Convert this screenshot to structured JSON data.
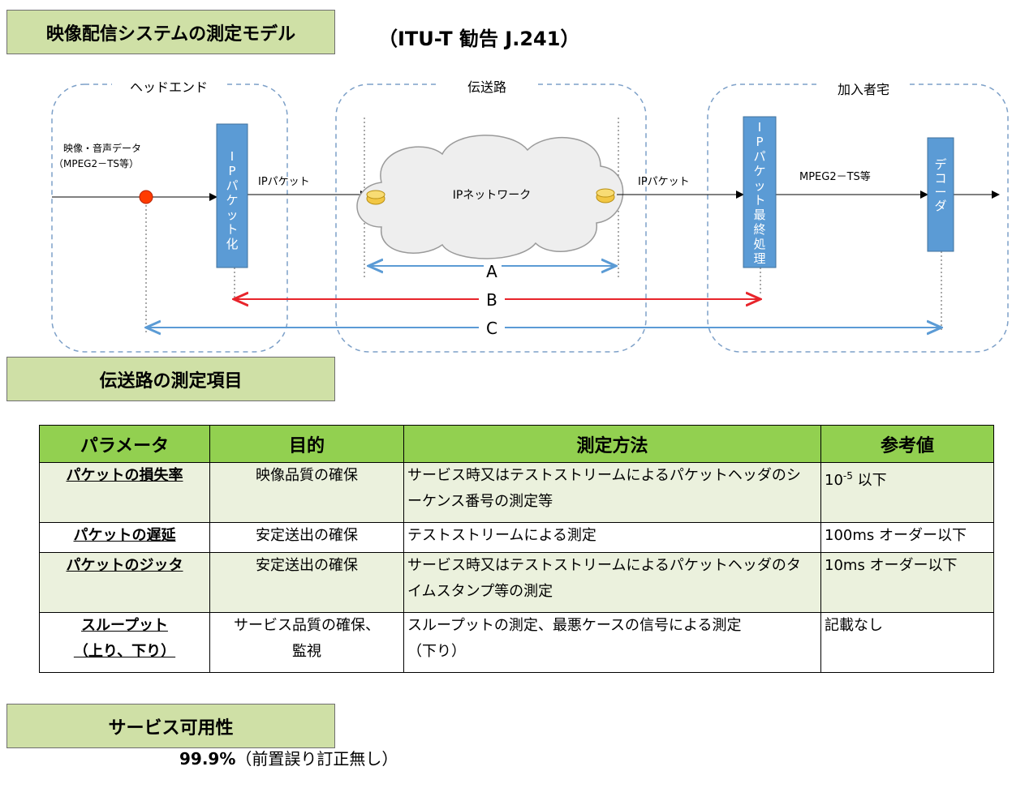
{
  "headers": {
    "model_title": "映像配信システムの測定モデル",
    "model_subtitle": "（ITU-T 勧告 J.241）",
    "items_title": "伝送路の測定項目",
    "availability_title": "サービス可用性"
  },
  "diagram": {
    "zones": {
      "headend": "ヘッドエンド",
      "transport": "伝送路",
      "subscriber": "加入者宅"
    },
    "source_label_line1": "映像・音声データ",
    "source_label_line2": "（MPEG2－TS等）",
    "blocks": {
      "packetizer": [
        "I",
        "P",
        "パ",
        "ケ",
        "ッ",
        "ト",
        "化"
      ],
      "final_processing": [
        "I",
        "P",
        "パ",
        "ケ",
        "ッ",
        "ト",
        "最",
        "終",
        "処",
        "理"
      ],
      "decoder": [
        "デ",
        "コ",
        "ー",
        "ダ"
      ]
    },
    "links": {
      "ip_packet_1": "IPパケット",
      "network": "IPネットワーク",
      "ip_packet_2": "IPパケット",
      "mpeg_ts": "MPEG2－TS等"
    },
    "spans": {
      "a": "A",
      "b": "B",
      "c": "C"
    },
    "colors": {
      "block": "#5b9bd5",
      "span_a": "#5b9bd5",
      "span_b": "#e8242b",
      "span_c": "#5b9bd5",
      "source_dot": "#ff3b00",
      "router": "#f2c744"
    }
  },
  "table": {
    "headers": [
      "パラメータ",
      "目的",
      "測定方法",
      "参考値"
    ],
    "rows": [
      {
        "param": "パケットの損失率",
        "purpose_line1": "映像品質の確保",
        "purpose_line2": "",
        "method_line1": "サービス時又はテストストリームによるパケットヘッダのシ",
        "method_line2": "ーケンス番号の測定等",
        "ref_base": "10",
        "ref_sup": "-5",
        "ref_rest": " 以下"
      },
      {
        "param": "パケットの遅延",
        "purpose_line1": "安定送出の確保",
        "purpose_line2": "",
        "method_line1": "テストストリームによる測定",
        "method_line2": "",
        "ref_base": "100ms オーダー以下",
        "ref_sup": "",
        "ref_rest": ""
      },
      {
        "param": "パケットのジッタ",
        "purpose_line1": "安定送出の確保",
        "purpose_line2": "",
        "method_line1": "サービス時又はテストストリームによるパケットヘッダのタ",
        "method_line2": "イムスタンプ等の測定",
        "ref_base": "10ms オーダー以下",
        "ref_sup": "",
        "ref_rest": ""
      },
      {
        "param_line1": "スループット",
        "param_line2": "（上り、下り）",
        "purpose_line1": "サービス品質の確保、",
        "purpose_line2": "監視",
        "method_line1": "スループットの測定、最悪ケースの信号による測定",
        "method_line2": "（下り）",
        "ref_base": "記載なし",
        "ref_sup": "",
        "ref_rest": ""
      }
    ],
    "colors": {
      "header": "#92d050",
      "light_row": "#ebf1dd"
    }
  },
  "availability": {
    "value": "99.9%",
    "note": "（前置誤り訂正無し）"
  }
}
